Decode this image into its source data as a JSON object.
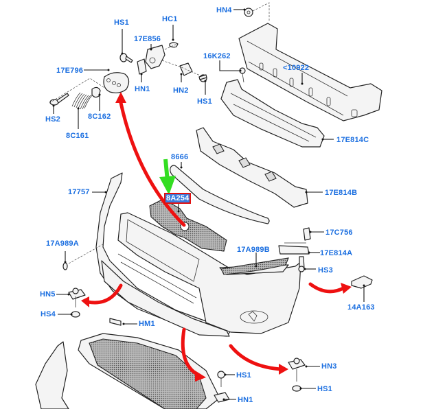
{
  "diagram": {
    "title": "Front bumper assembly exploded parts diagram",
    "colors": {
      "label": "#1a6ee0",
      "highlight_border": "#e01010",
      "highlight_fill": "#3b7de0",
      "red_arrow": "#ee1111",
      "green_arrow": "#33dd22"
    },
    "highlighted_part": "8A254",
    "labels": {
      "hs1_top_left": "HS1",
      "hc1": "HC1",
      "p17e856": "17E856",
      "p17e796": "17E796",
      "hn1_top": "HN1",
      "hn2": "HN2",
      "hs1_top_right": "HS1",
      "hs2": "HS2",
      "p8c162": "8C162",
      "p8c161": "8C161",
      "hn4": "HN4",
      "p16k262": "16K262",
      "p10922": "<10922",
      "p17e814c": "17E814C",
      "p8666": "8666",
      "p8a254": "8A254",
      "p17e814b": "17E814B",
      "p17757": "17757",
      "p17c756": "17C756",
      "p17a989a": "17A989A",
      "p17e814a": "17E814A",
      "p17a989b": "17A989B",
      "hs3": "HS3",
      "hn5": "HN5",
      "p14a163": "14A163",
      "hs4": "HS4",
      "hm1": "HM1",
      "hn3": "HN3",
      "hs1_bottom_mid": "HS1",
      "hs1_bottom_right": "HS1",
      "hn1_bottom": "HN1"
    }
  }
}
